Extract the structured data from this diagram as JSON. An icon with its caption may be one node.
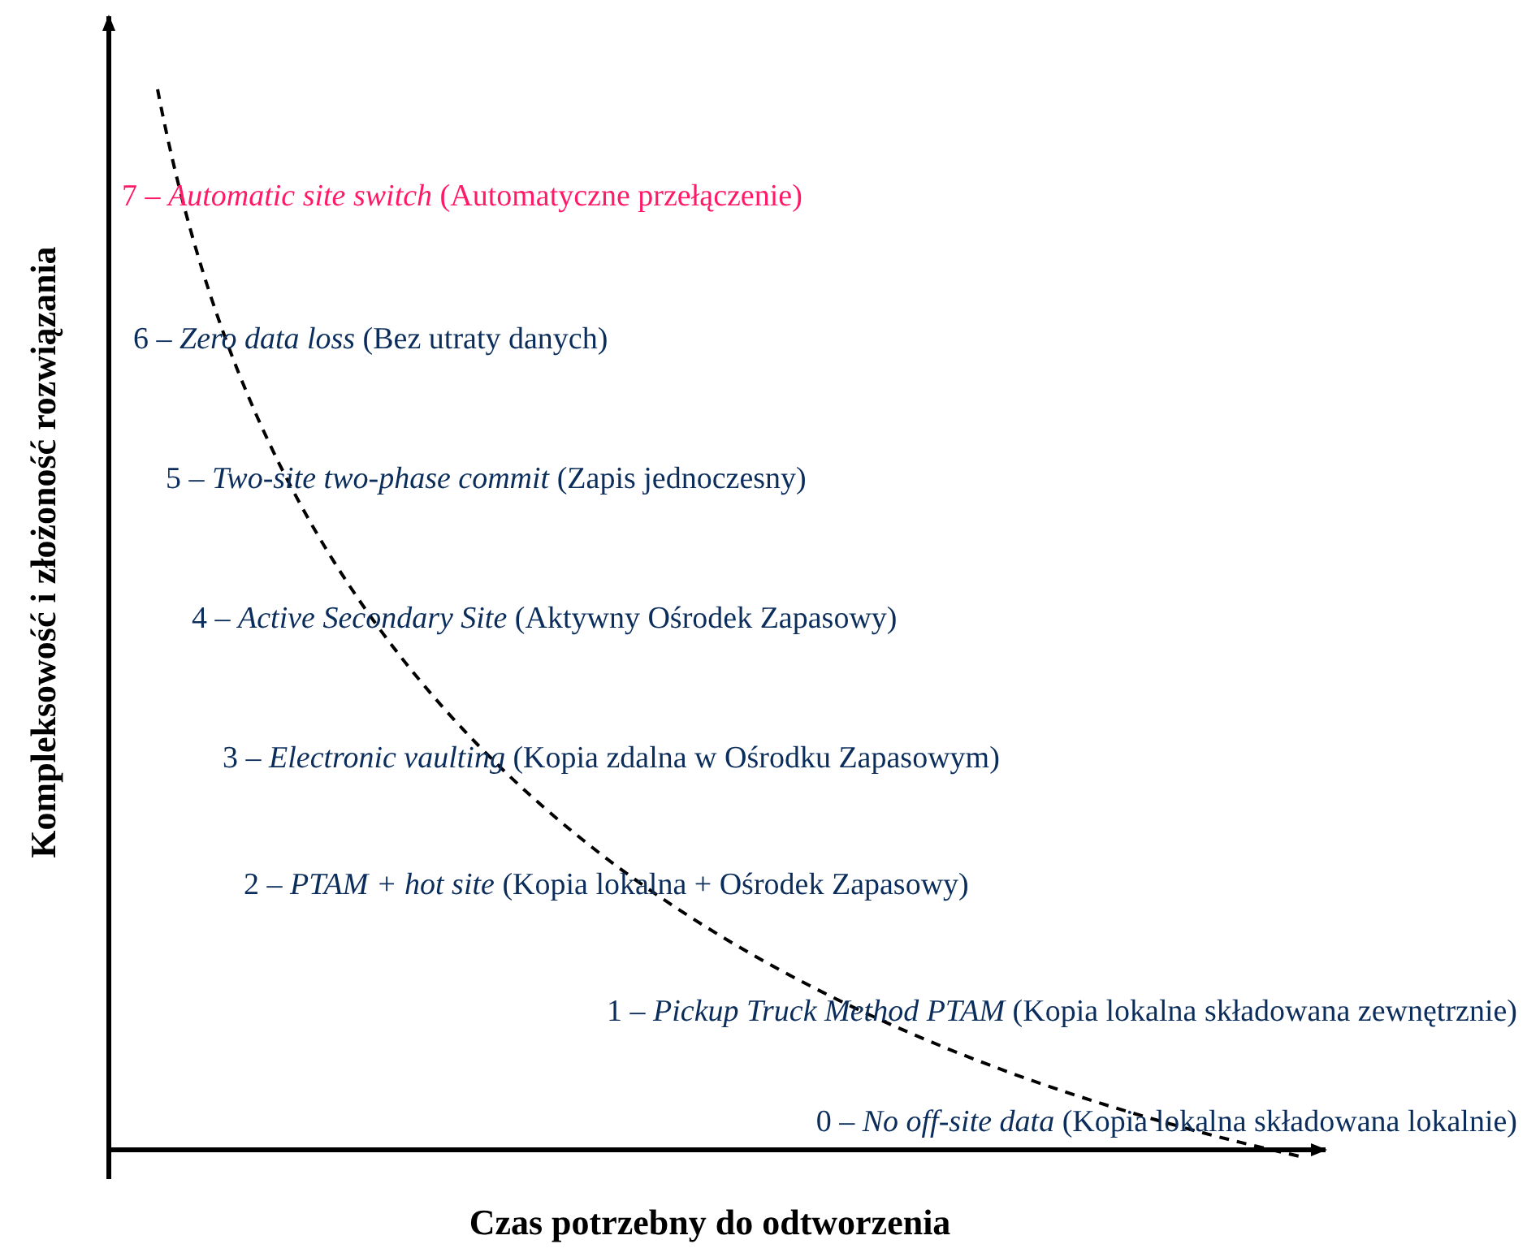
{
  "diagram": {
    "labels": [
      "Kompleksowość i złożoność rozwiązania",
      "7 – *Automatic site switch* (Automatyczne przełączenie)",
      "6 – *Zero data loss* (Bez utraty danych)",
      "5 – *Two-site two-phase commit* (Zapis jednoczesny)",
      "4 – *Active Secondary Site* (Aktywny Ośrodek Zapasowy)",
      "3 – *Electronic vaulting* (Kopia zdalna w Ośrodku Zapasowym)",
      "2 – *PTAM + hot site* (Kopia lokalna + Ośrodek Zapasowy)",
      "1 – *Pickup Truck Method PTAM* (Kopia lokalna składowana zewnętrznie)",
      "0 – *No off-site data* (Kopia lokalna składowana lokalnie)",
      "Czas potrzebny do odtworzenia"
    ]
  }
}
